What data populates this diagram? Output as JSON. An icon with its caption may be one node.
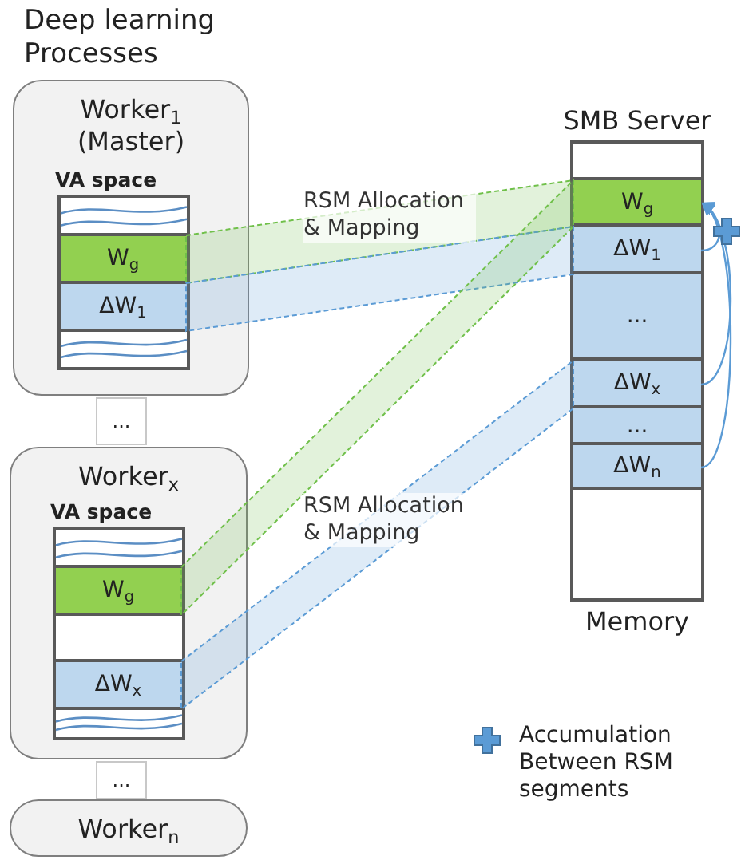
{
  "diagram": {
    "title": "Deep learning Processes",
    "nodes": [
      {
        "text": [
          "Worker$_{1}$ (Master)"
        ]
      },
      {
        "text": [
          "VA space"
        ],
        "in": 0
      },
      {
        "text": [
          "W$_{g}$"
        ],
        "in": 1
      },
      {
        "text": [
          "ΔW$_{1}$"
        ],
        "in": 1
      },
      {
        "text": [
          "..."
        ]
      },
      {
        "text": [
          "Worker$_{x}$"
        ]
      },
      {
        "text": [
          "VA space"
        ],
        "in": 5
      },
      {
        "text": [
          "W$_{g}$"
        ],
        "in": 6
      },
      {
        "text": [
          "ΔW$_{x}$"
        ],
        "in": 6
      },
      {
        "text": [
          "..."
        ]
      },
      {
        "text": [
          "Worker$_{n}$"
        ]
      },
      {
        "text": [
          "SMB Server",
          "Memory"
        ]
      },
      {
        "text": [
          "W$_{g}$"
        ],
        "in": 11
      },
      {
        "text": [
          "ΔW$_{1}$"
        ],
        "in": 11
      },
      {
        "text": [
          "..."
        ],
        "in": 11
      },
      {
        "text": [
          "ΔW$_{x}$"
        ],
        "in": 11
      },
      {
        "text": [
          "..."
        ],
        "in": 11
      },
      {
        "text": [
          "ΔW$_{n}$"
        ],
        "in": 11
      },
      {
        "text": [],
        "shape": "box",
        "in": 6
      },
      {
        "text": [],
        "shape": "box",
        "in": 11
      },
      {
        "text": [],
        "shape": "box",
        "in": 1
      },
      {
        "text": [],
        "shape": "box",
        "in": 1
      },
      {
        "text": [],
        "shape": "box",
        "in": 6
      },
      {
        "text": [],
        "shape": "box",
        "in": 6
      }
    ],
    "edges": [
      {
        "from": 2,
        "to": 12,
        "arrow": "none",
        "style": "dashed",
        "color": "#70c04a",
        "label": "RSM Allocation & Mapping"
      },
      {
        "from": 3,
        "to": 13,
        "arrow": "none",
        "style": "dashed",
        "color": "#5b9bd5"
      },
      {
        "from": 7,
        "to": 12,
        "arrow": "none",
        "style": "dashed",
        "color": "#70c04a"
      },
      {
        "from": 8,
        "to": 15,
        "arrow": "none",
        "style": "dashed",
        "color": "#5b9bd5",
        "label": "RSM Allocation & Mapping"
      },
      {
        "from": 13,
        "to": 12,
        "arrow": "to",
        "color": "#5b9bd5"
      },
      {
        "from": 15,
        "to": 12,
        "arrow": "to",
        "color": "#5b9bd5"
      },
      {
        "from": 17,
        "to": 12,
        "arrow": "to",
        "color": "#5b9bd5"
      }
    ],
    "legend": [
      {
        "text": "Accumulation Between RSM segments"
      }
    ]
  }
}
